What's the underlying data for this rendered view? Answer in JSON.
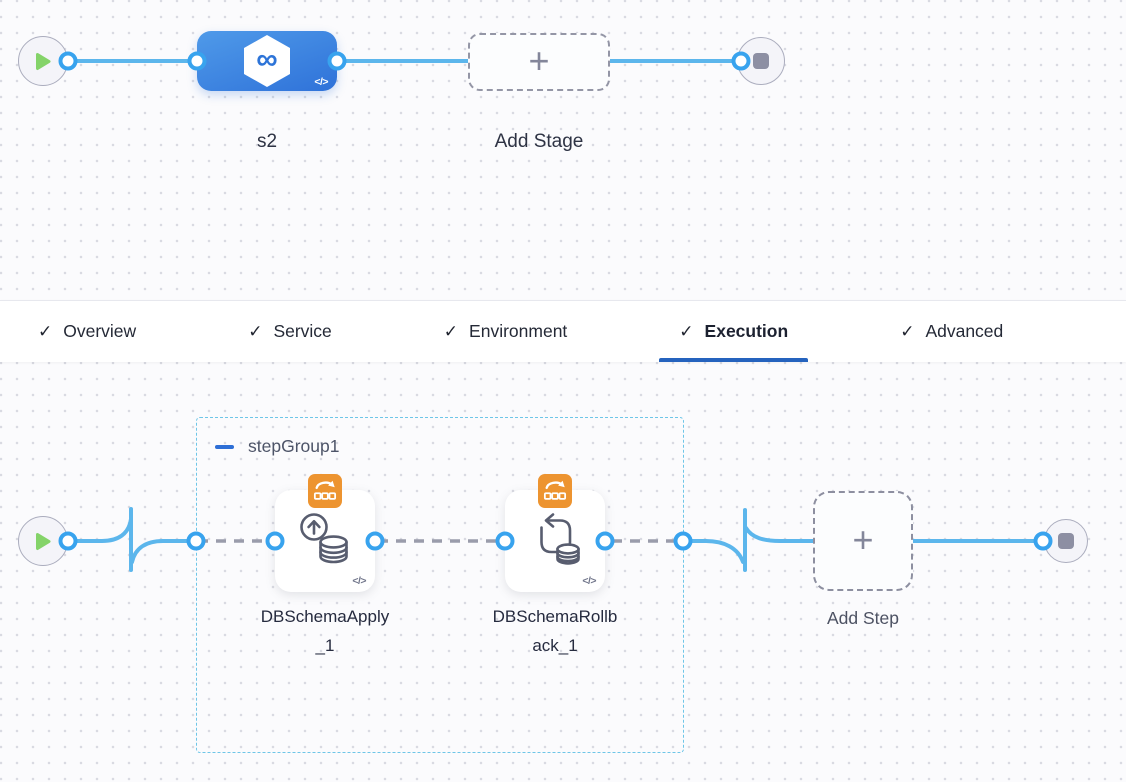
{
  "stage_canvas": {
    "stage": {
      "name": "s2",
      "code_icon": "</>"
    },
    "add_stage": {
      "label": "Add Stage",
      "plus": "+"
    }
  },
  "tab_bar": {
    "tabs": [
      {
        "label": "Overview",
        "check": "✓",
        "active": false
      },
      {
        "label": "Service",
        "check": "✓",
        "active": false
      },
      {
        "label": "Environment",
        "check": "✓",
        "active": false
      },
      {
        "label": "Execution",
        "check": "✓",
        "active": true
      },
      {
        "label": "Advanced",
        "check": "✓",
        "active": false
      }
    ]
  },
  "execution_canvas": {
    "step_group": {
      "name": "stepGroup1"
    },
    "steps": [
      {
        "name": "DBSchemaApply_1",
        "code_icon": "</>"
      },
      {
        "name": "DBSchemaRollback_1",
        "code_icon": "</>"
      }
    ],
    "add_step": {
      "label": "Add Step",
      "plus": "+"
    }
  },
  "colors": {
    "accent_blue": "#2563be",
    "link_blue": "#5cb6ec",
    "connector_gray": "#9a9cab",
    "stage_blue": "#3c82e0",
    "badge_orange": "#ED9430",
    "play_green": "#84d369",
    "group_border": "#6ec6e8",
    "ring_blue": "#38a3ee"
  }
}
